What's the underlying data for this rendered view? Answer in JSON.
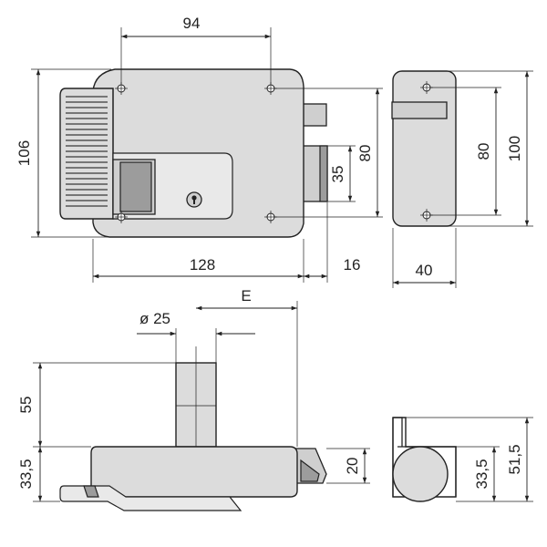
{
  "colors": {
    "body": "#dcdcdc",
    "part": "#cfcfcf",
    "dark": "#9c9c9c",
    "line": "#222222"
  },
  "dimensions": {
    "width_mounting": "94",
    "height_total": "106",
    "width_body": "128",
    "bolt_projection": "16",
    "latch_height": "35",
    "height_mounting": "80",
    "side_height_mounting": "80",
    "side_height_total": "100",
    "depth": "40",
    "cylinder_diameter": "ø 25",
    "backset": "E",
    "cylinder_length": "55",
    "body_depth": "33,5",
    "bolt_thickness": "20",
    "side_depth": "33,5",
    "side_depth_total": "51,5"
  }
}
